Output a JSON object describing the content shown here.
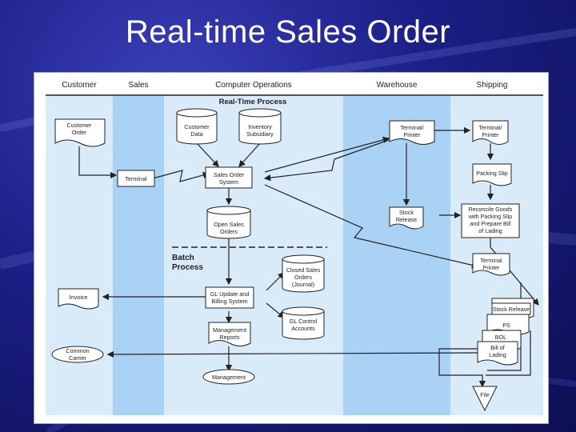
{
  "slide": {
    "title": "Real-time Sales Order"
  },
  "lanes": [
    "Customer",
    "Sales",
    "Computer Operations",
    "Warehouse",
    "Shipping"
  ],
  "sections": {
    "realtime": "Real-Time Process",
    "batch_line1": "Batch",
    "batch_line2": "Process"
  },
  "nodes": {
    "customer_order": [
      "Customer",
      "Order"
    ],
    "terminal_sales": [
      "Terminal"
    ],
    "customer_data": [
      "Customer",
      "Data"
    ],
    "inventory_subsidiary": [
      "Inventory",
      "Subsidiary"
    ],
    "sales_order_system": [
      "Sales Order",
      "System"
    ],
    "open_sales_orders": [
      "Open Sales",
      "Orders"
    ],
    "terminal_printer_wh": [
      "Terminal/",
      "Printer"
    ],
    "stock_release_wh": [
      "Stock",
      "Release"
    ],
    "terminal_printer_ship": [
      "Terminal/",
      "Printer"
    ],
    "packing_slip": [
      "Packing Slip"
    ],
    "reconcile": [
      "Reconcile Goods",
      "with Packing Slip",
      "and Prepare Bill",
      "of Lading"
    ],
    "terminal_printer_ship2": [
      "Terminal",
      "Printer"
    ],
    "closed_sales_orders": [
      "Closed Sales",
      "Orders",
      "(Journal)"
    ],
    "gl_update": [
      "GL Update and",
      "Billing System"
    ],
    "gl_control": [
      "GL Control",
      "Accounts"
    ],
    "invoice": [
      "Invoice"
    ],
    "mgmt_reports": [
      "Management",
      "Reports"
    ],
    "common_carrier": [
      "Common",
      "Carrier"
    ],
    "management": [
      "Management"
    ],
    "stack_stock_release": [
      "Stock Release"
    ],
    "stack_ps": [
      "PS"
    ],
    "stack_bol": [
      "BOL"
    ],
    "stack_bill_lading": [
      "Bill of",
      "Lading"
    ],
    "file": [
      "File"
    ]
  },
  "colors": {
    "lane_light": "#d9ebf9",
    "lane_dark": "#a9d2f4",
    "shape_fill": "#ffffff",
    "stroke": "#222222"
  }
}
